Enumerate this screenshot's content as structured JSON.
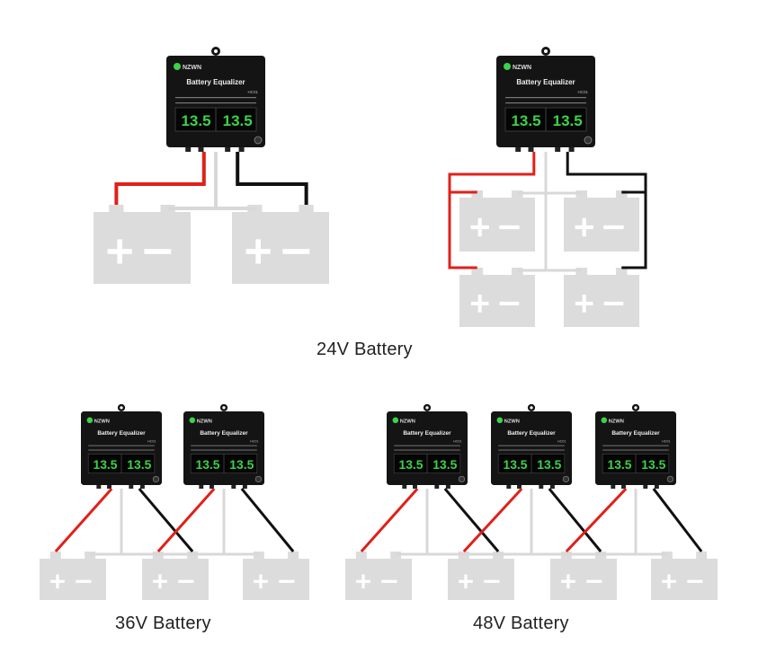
{
  "captions": {
    "v24": "24V Battery",
    "v36": "36V Battery",
    "v48": "48V Battery"
  },
  "equalizer": {
    "brand": "NZWN",
    "title": "Battery Equalizer",
    "model": "HC01",
    "reading_left": "13.5",
    "reading_right": "13.5"
  },
  "colors": {
    "positive_wire": "#e0201a",
    "negative_wire": "#111111",
    "bus_wire": "#d8d8d8",
    "battery": "#dcdcdc",
    "display_digits": "#3cd24a",
    "device_body": "#141414"
  },
  "icons": {
    "plus": "+",
    "minus": "−"
  }
}
